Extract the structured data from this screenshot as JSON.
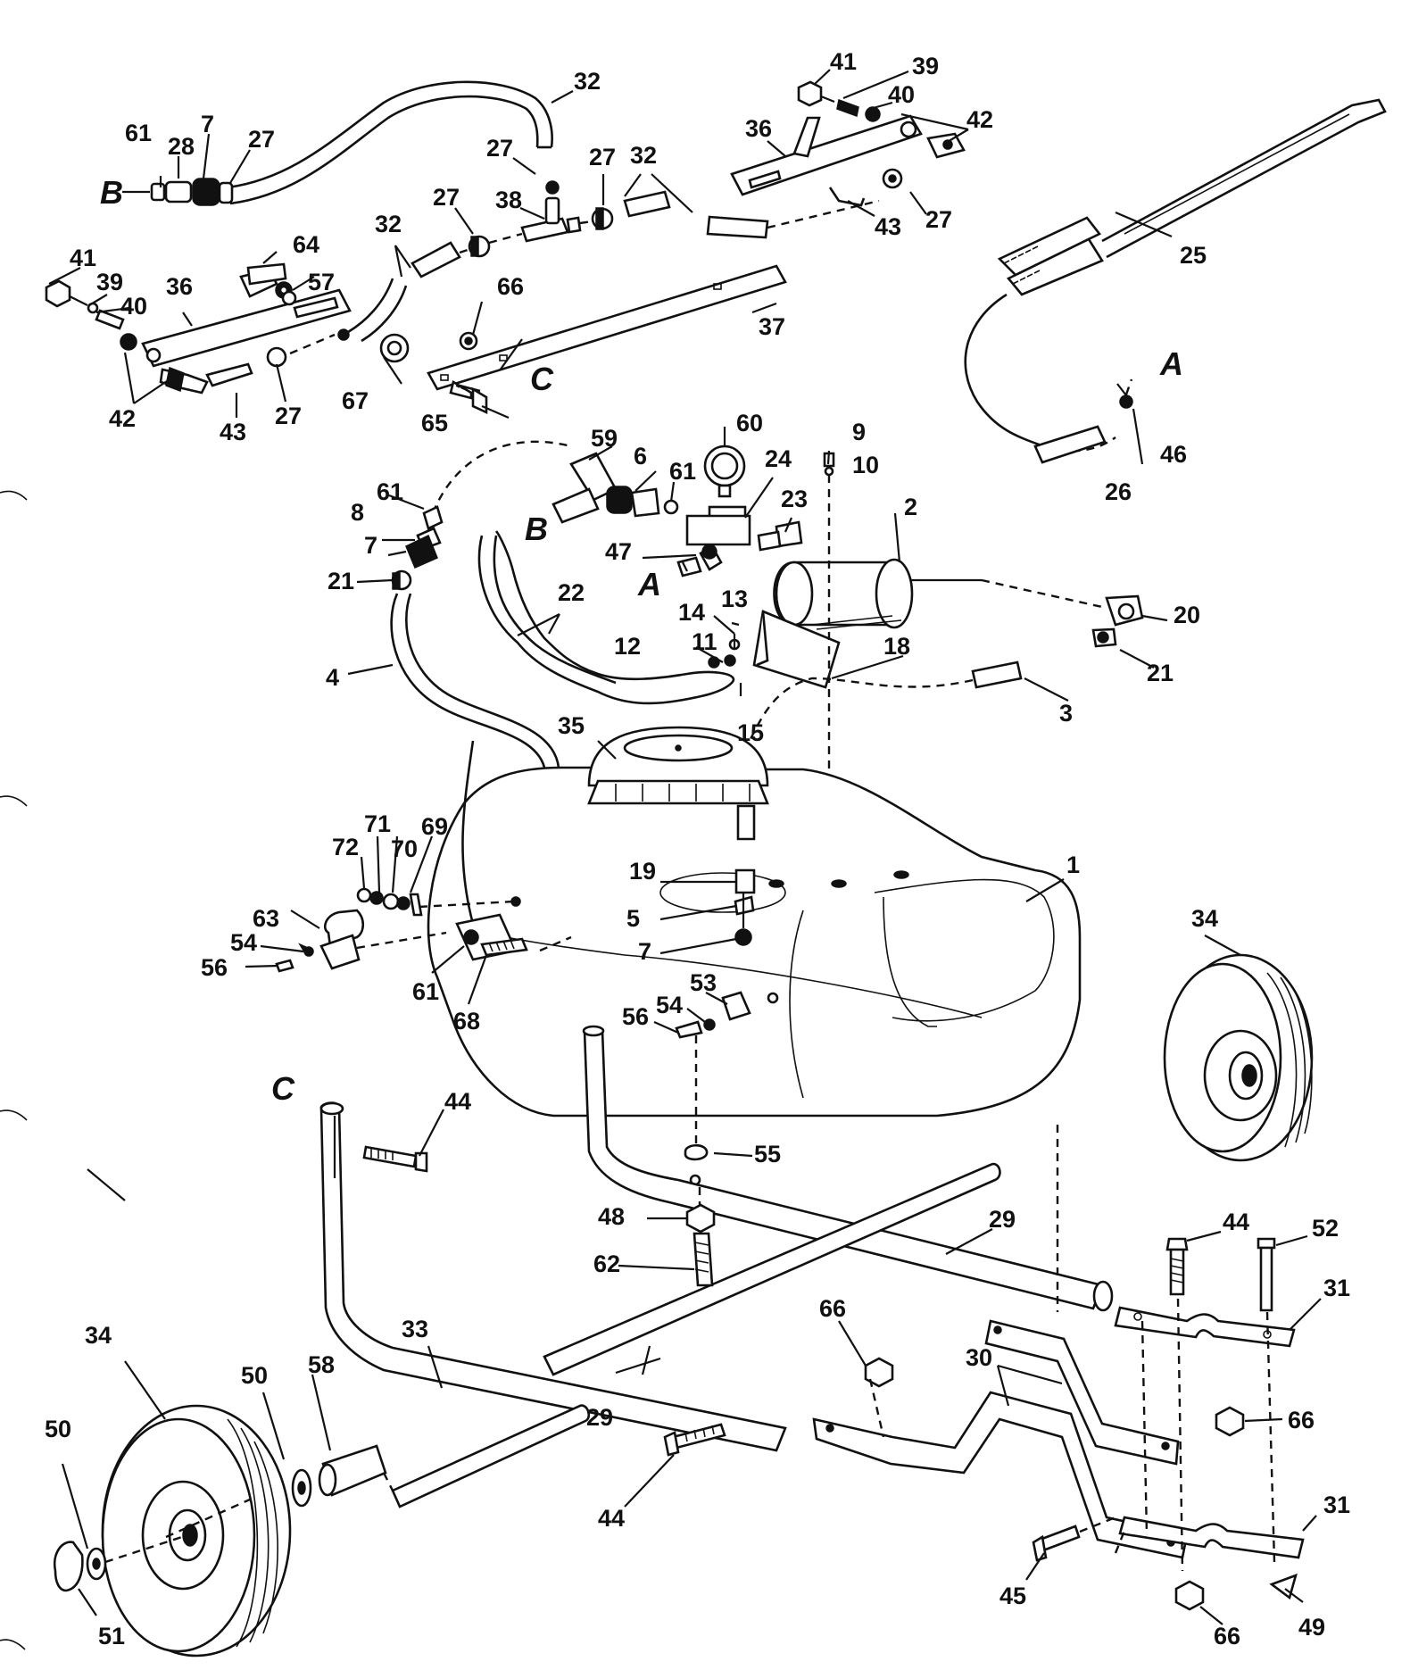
{
  "letters": [
    "B",
    "B",
    "A",
    "A",
    "C",
    "C"
  ],
  "labels": [
    "1",
    "2",
    "3",
    "4",
    "5",
    "6",
    "7",
    "7",
    "7",
    "8",
    "9",
    "10",
    "11",
    "12",
    "13",
    "14",
    "15",
    "18",
    "19",
    "20",
    "21",
    "21",
    "22",
    "23",
    "24",
    "25",
    "26",
    "27",
    "27",
    "27",
    "27",
    "27",
    "27",
    "28",
    "29",
    "29",
    "30",
    "31",
    "31",
    "32",
    "32",
    "32",
    "33",
    "34",
    "34",
    "35",
    "36",
    "36",
    "37",
    "38",
    "39",
    "39",
    "40",
    "40",
    "41",
    "41",
    "42",
    "42",
    "43",
    "43",
    "44",
    "44",
    "44",
    "45",
    "46",
    "47",
    "48",
    "49",
    "50",
    "50",
    "51",
    "52",
    "53",
    "54",
    "54",
    "55",
    "56",
    "56",
    "57",
    "58",
    "59",
    "60",
    "61",
    "61",
    "61",
    "61",
    "62",
    "63",
    "64",
    "65",
    "66",
    "66",
    "66",
    "66",
    "67",
    "68",
    "69",
    "70",
    "71",
    "72"
  ]
}
